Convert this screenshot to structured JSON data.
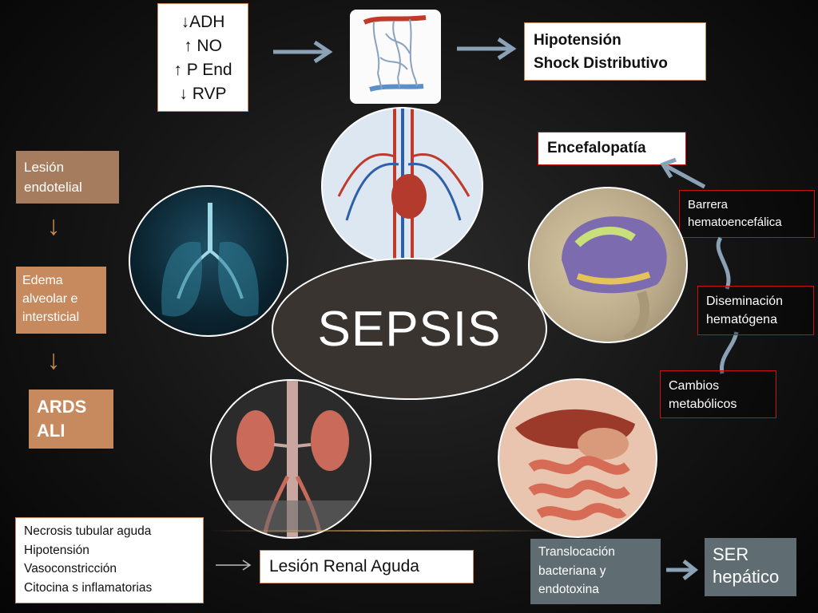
{
  "top_box": {
    "lines": [
      "↓ADH",
      "↑ NO",
      "↑ P End",
      "↓ RVP"
    ]
  },
  "hypotension_box": {
    "lines": [
      "Hipotensión",
      "Shock Distributivo"
    ]
  },
  "center": {
    "label": "SEPSIS"
  },
  "lung_chain": {
    "lesion": [
      "Lesión",
      "endotelial"
    ],
    "edema": [
      "Edema",
      "alveolar e",
      "intersticial"
    ],
    "ards": [
      "ARDS",
      "ALI"
    ]
  },
  "brain_chain": {
    "encefalopatia": "Encefalopatía",
    "barrera": [
      "Barrera",
      "hematoencefálica"
    ],
    "diseminacion": [
      "Diseminación",
      "hematógena"
    ],
    "cambios": [
      "Cambios",
      "metabólicos"
    ]
  },
  "kidney_chain": {
    "causes": [
      "Necrosis tubular aguda",
      "Hipotensión",
      "Vasoconstricción",
      "Citocina s inflamatorias"
    ],
    "result": "Lesión Renal Aguda"
  },
  "gut_chain": {
    "translocacion": [
      "Translocación",
      "bacteriana y",
      "endotoxina"
    ],
    "ser": [
      "SER",
      "hepático"
    ]
  },
  "colors": {
    "tan_dark": "#a57c5d",
    "tan": "#c78a5e",
    "red_border": "#c81010",
    "arrow_blue": "#8aa1b6",
    "slate": "#5f6c72",
    "oval": "#3a3430"
  }
}
